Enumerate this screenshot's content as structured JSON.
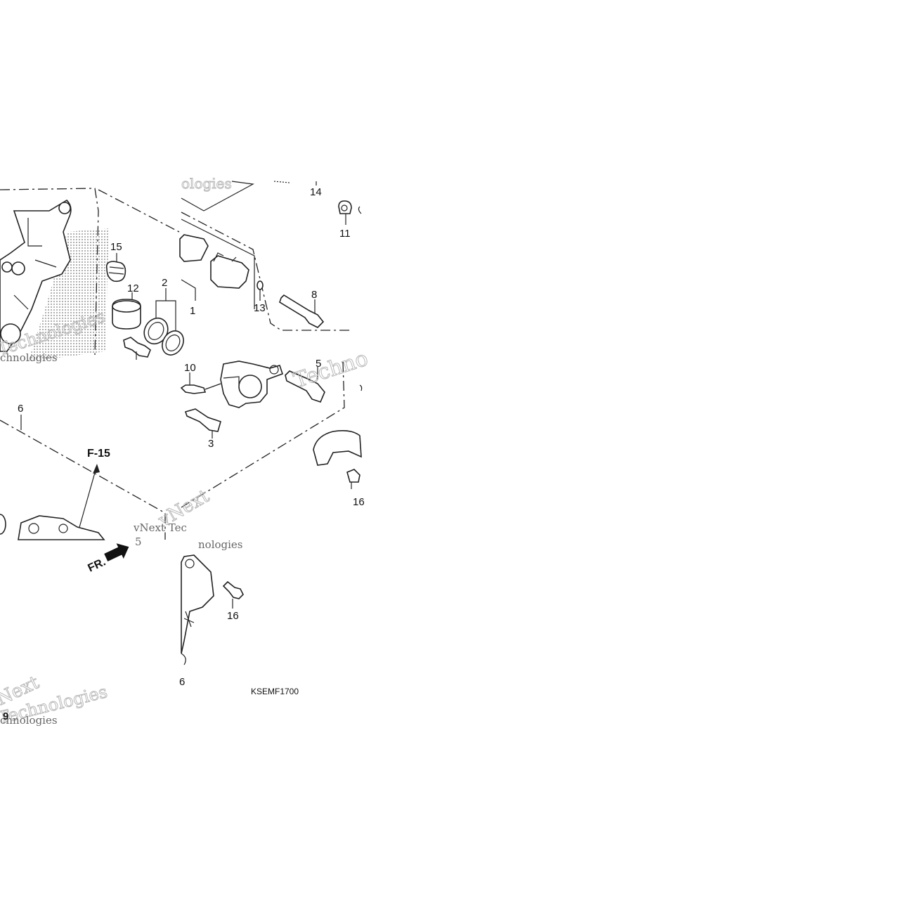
{
  "callouts": {
    "c1": "1",
    "c2": "2",
    "c3": "3",
    "c5": "5",
    "c6": "6",
    "c8": "8",
    "c10": "10",
    "c11": "11",
    "c12": "12",
    "c13": "13",
    "c14": "14",
    "c15": "15",
    "c16a": "16",
    "c16b": "16",
    "c9": "9",
    "c5b": "5",
    "c6b": "6"
  },
  "refs": {
    "f15": "F-15",
    "front": "FR."
  },
  "diagram_code": "KSEMF1700",
  "watermarks": {
    "w1": "ologies",
    "w2": "Technologies",
    "w3": "Techno",
    "w4": "vNext",
    "w5": "vNext Tec",
    "w6": "Technologies",
    "w7": "Next",
    "w8": "Technologies",
    "w9": "Technologies"
  }
}
